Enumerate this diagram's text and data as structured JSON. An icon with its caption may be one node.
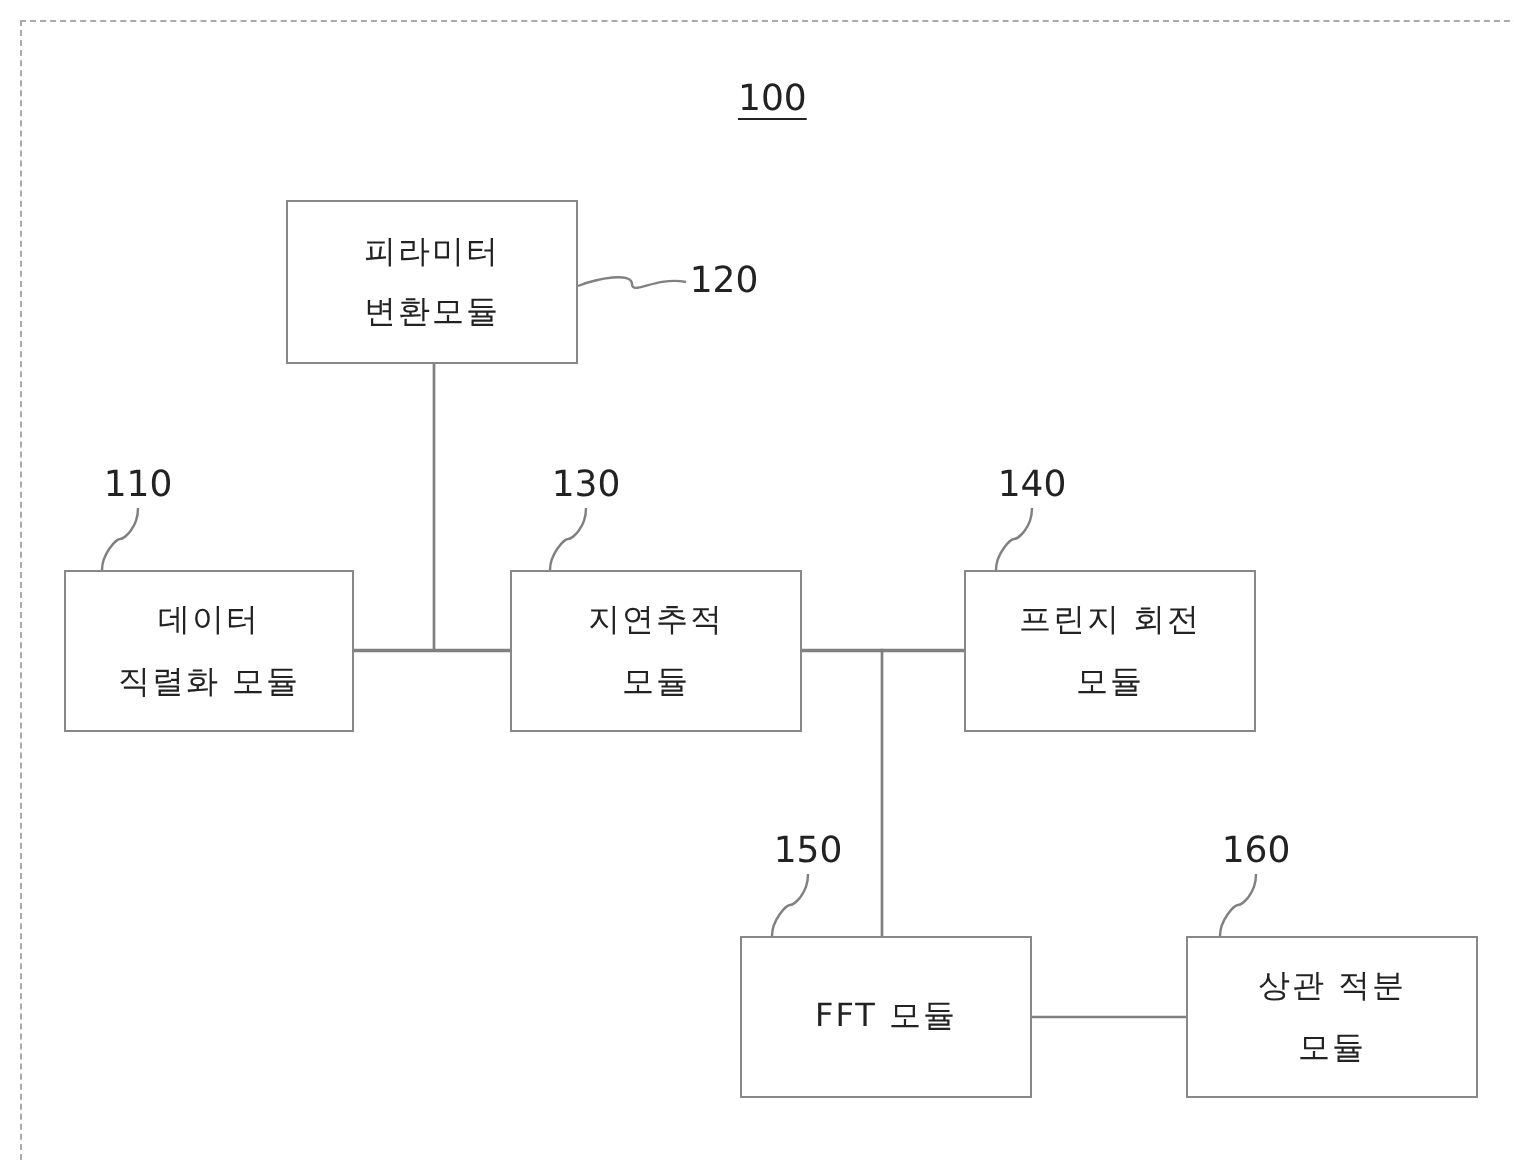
{
  "diagram": {
    "title": "100",
    "nodes": [
      {
        "text": [
          "피라미터 변환모듈"
        ]
      },
      {
        "text": [
          "데이터 직렬화 모듈"
        ]
      },
      {
        "text": [
          "지연추적 모듈"
        ]
      },
      {
        "text": [
          "프린지 회전 모듈"
        ]
      },
      {
        "text": [
          "FFT 모듈"
        ]
      },
      {
        "text": [
          "상관 적분 모듈"
        ]
      },
      {
        "text": [
          "120"
        ]
      },
      {
        "text": [
          "110"
        ]
      },
      {
        "text": [
          "130"
        ]
      },
      {
        "text": [
          "140"
        ]
      },
      {
        "text": [
          "150"
        ]
      },
      {
        "text": [
          "160"
        ]
      }
    ],
    "edges": [
      {
        "from": 0,
        "to": 1,
        "arrow": "none"
      },
      {
        "from": 0,
        "to": 2,
        "arrow": "none"
      },
      {
        "from": 1,
        "to": 2,
        "arrow": "none"
      },
      {
        "from": 2,
        "to": 3,
        "arrow": "none"
      },
      {
        "from": 2,
        "to": 4,
        "arrow": "none"
      },
      {
        "from": 3,
        "to": 4,
        "arrow": "none"
      },
      {
        "from": 4,
        "to": 5,
        "arrow": "none"
      },
      {
        "from": 6,
        "to": 0,
        "arrow": "none"
      },
      {
        "from": 7,
        "to": 1,
        "arrow": "none"
      },
      {
        "from": 8,
        "to": 2,
        "arrow": "none"
      },
      {
        "from": 9,
        "to": 3,
        "arrow": "none"
      },
      {
        "from": 10,
        "to": 4,
        "arrow": "none"
      },
      {
        "from": 11,
        "to": 5,
        "arrow": "none"
      }
    ]
  }
}
